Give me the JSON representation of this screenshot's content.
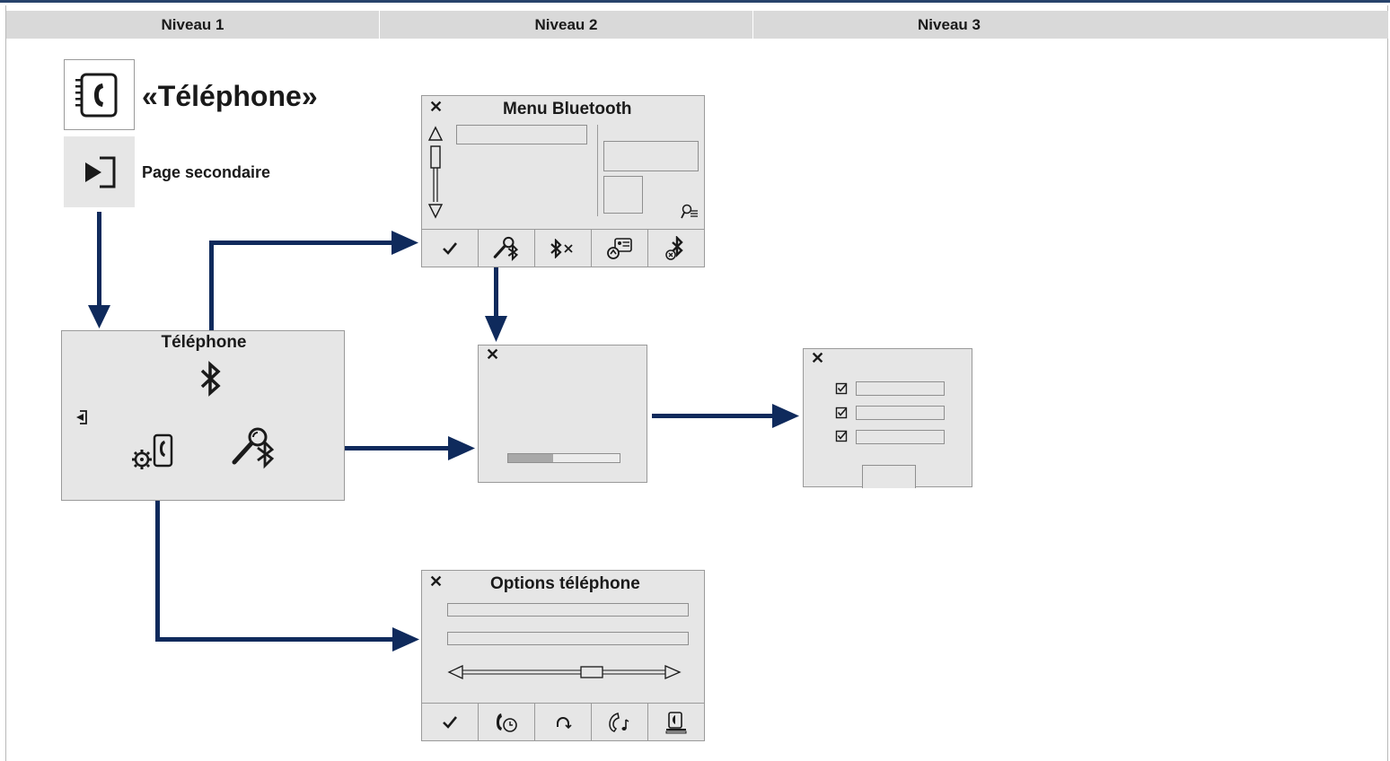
{
  "header": {
    "columns": [
      "Niveau 1",
      "Niveau 2",
      "Niveau 3"
    ]
  },
  "legend": {
    "phone_title": "«Téléphone»",
    "secondary_page": "Page secondaire"
  },
  "screens": {
    "telephone": {
      "title": "Téléphone"
    },
    "bluetooth_menu": {
      "title": "Menu Bluetooth"
    },
    "phone_options": {
      "title": "Options téléphone"
    },
    "progress": {
      "value": 0.4
    }
  },
  "icons": {
    "close": "close-icon",
    "check": "check-icon",
    "bluetooth": "bluetooth-icon",
    "search_bluetooth": "search-bluetooth-icon",
    "phone_settings": "phone-settings-icon"
  },
  "colors": {
    "accent": "#0f2a5c",
    "screen_bg": "#e6e6e6",
    "header_bg": "#d9d9d9"
  }
}
